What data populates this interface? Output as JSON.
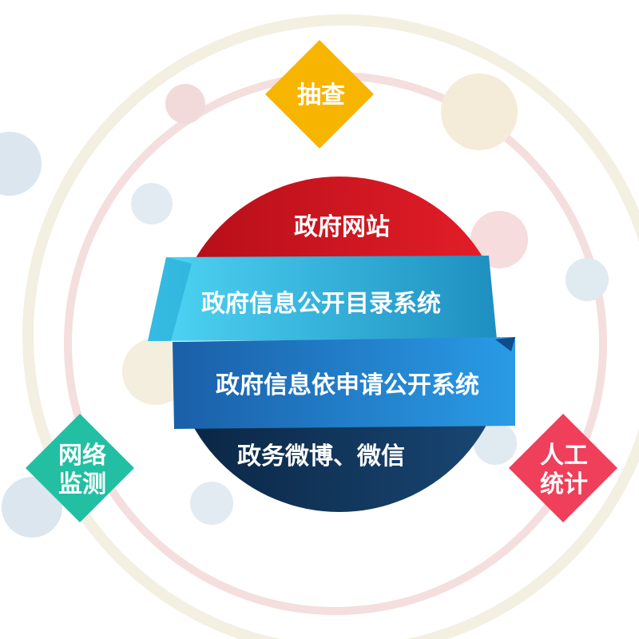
{
  "center": {
    "layers": [
      {
        "label": "政府网站",
        "color": "#d8121f"
      },
      {
        "label": "政府信息公开目录系统",
        "color": "#2bb5e0"
      },
      {
        "label": "政府信息依申请公开系统",
        "color": "#1b6fc4"
      },
      {
        "label": "政务微博、微信",
        "color": "#0f2f52"
      }
    ]
  },
  "diamonds": {
    "top": {
      "label": "抽查",
      "color": "#f8b500"
    },
    "left": {
      "line1": "网络",
      "line2": "监测",
      "color": "#22bfa3"
    },
    "right": {
      "line1": "人工",
      "line2": "统计",
      "color": "#ef3f5a"
    }
  }
}
